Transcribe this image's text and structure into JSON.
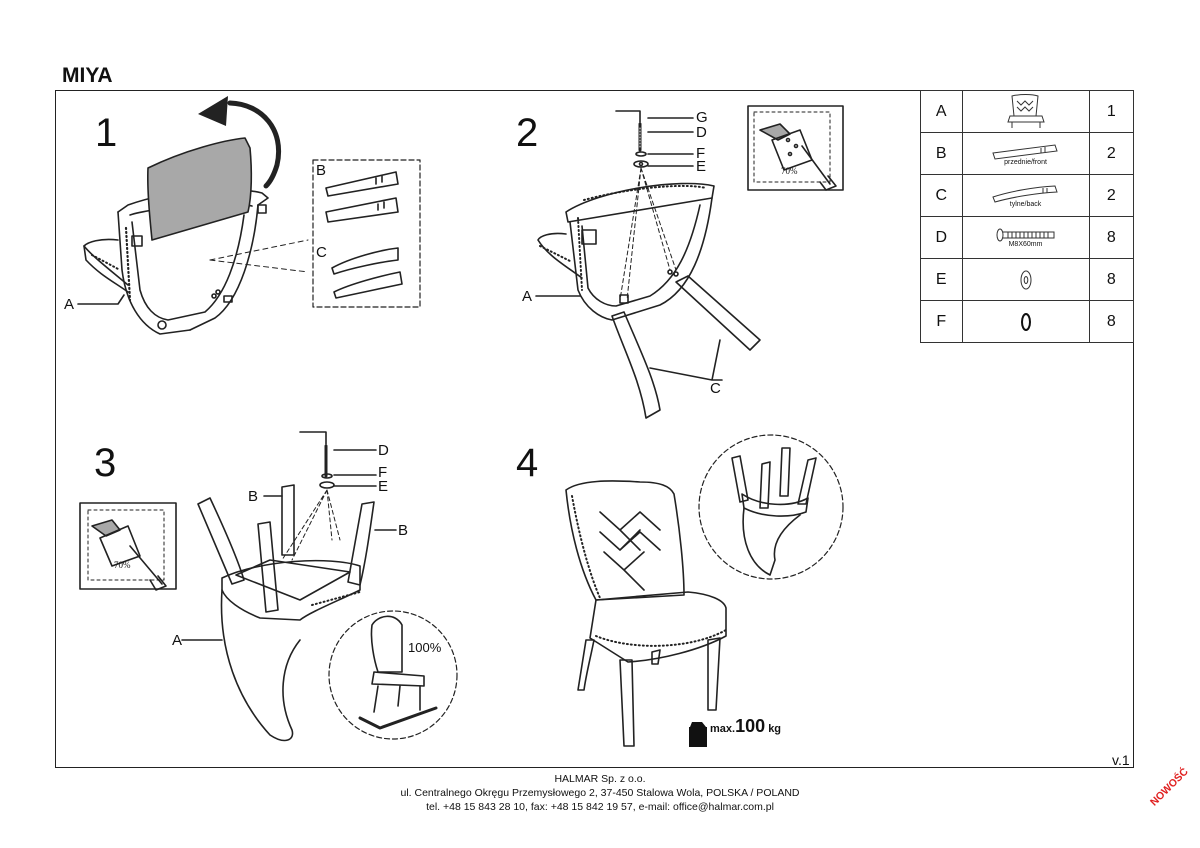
{
  "title": "MIYA",
  "steps": [
    {
      "number": "1"
    },
    {
      "number": "2"
    },
    {
      "number": "3"
    },
    {
      "number": "4"
    }
  ],
  "step1_labels": {
    "a": "A",
    "b": "B",
    "c": "C"
  },
  "step2_labels": {
    "g": "G",
    "d": "D",
    "f": "F",
    "e": "E",
    "a": "A",
    "c": "C",
    "detail_percent": "70%"
  },
  "step3_labels": {
    "d": "D",
    "f": "F",
    "e": "E",
    "b_left": "B",
    "b_right": "B",
    "a": "A",
    "detail_percent": "70%",
    "circle_percent": "100%"
  },
  "step4": {
    "max_label": "max.",
    "max_value": "100",
    "max_unit": "kg"
  },
  "parts": [
    {
      "code": "A",
      "caption": "",
      "qty": "1",
      "icon": "chair-back-icon"
    },
    {
      "code": "B",
      "caption": "przednie/front",
      "qty": "2",
      "icon": "front-leg-icon"
    },
    {
      "code": "C",
      "caption": "tylne/back",
      "qty": "2",
      "icon": "back-leg-icon"
    },
    {
      "code": "D",
      "caption": "M8X60mm",
      "qty": "8",
      "icon": "bolt-icon"
    },
    {
      "code": "E",
      "caption": "",
      "qty": "8",
      "icon": "washer-icon"
    },
    {
      "code": "F",
      "caption": "",
      "qty": "8",
      "icon": "spring-washer-icon"
    }
  ],
  "version": "v.1",
  "footer": {
    "line1": "HALMAR Sp. z o.o.",
    "line2": "ul. Centralnego Okręgu Przemysłowego 2, 37-450 Stalowa Wola, POLSKA / POLAND",
    "line3": "tel. +48 15 843 28 10, fax: +48 15 842 19 57, e-mail: office@halmar.com.pl"
  },
  "badge": "NOWOŚĆ",
  "colors": {
    "badge": "#e02020",
    "upholstery": "#a8a8a8"
  }
}
